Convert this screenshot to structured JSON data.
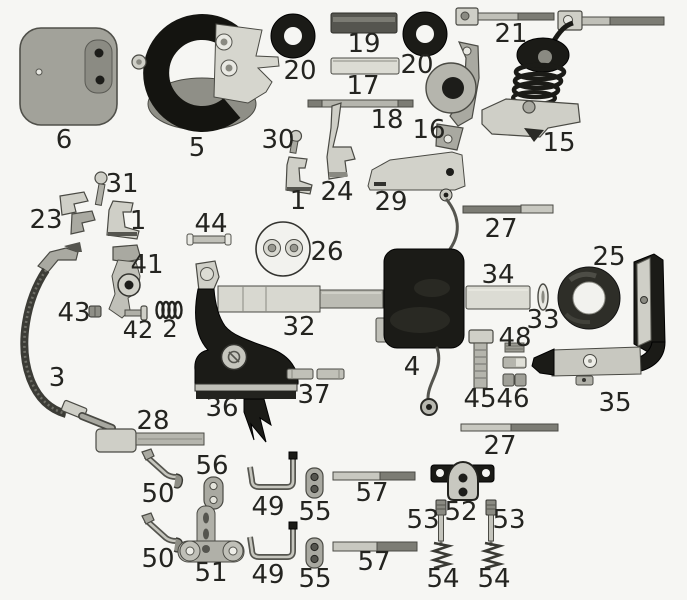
{
  "figure": {
    "kind": "exploded-parts-diagram",
    "style": "vintage grayscale photo plate of switch/coil assembly parts",
    "background_color": "#f6f6f3",
    "ink_color": "#242420",
    "part_black": "#1b1b17",
    "metal_light": "#cfcfc7",
    "metal_mid": "#a9a9a1",
    "labels": [
      {
        "text": "6"
      },
      {
        "text": "5"
      },
      {
        "text": "20"
      },
      {
        "text": "19"
      },
      {
        "text": "20"
      },
      {
        "text": "17"
      },
      {
        "text": "18"
      },
      {
        "text": "21"
      },
      {
        "text": "16"
      },
      {
        "text": "15"
      },
      {
        "text": "30"
      },
      {
        "text": "31"
      },
      {
        "text": "23"
      },
      {
        "text": "1"
      },
      {
        "text": "1"
      },
      {
        "text": "44"
      },
      {
        "text": "24"
      },
      {
        "text": "29"
      },
      {
        "text": "26"
      },
      {
        "text": "27"
      },
      {
        "text": "41"
      },
      {
        "text": "43"
      },
      {
        "text": "42"
      },
      {
        "text": "2"
      },
      {
        "text": "25"
      },
      {
        "text": "34"
      },
      {
        "text": "33"
      },
      {
        "text": "3"
      },
      {
        "text": "32"
      },
      {
        "text": "4"
      },
      {
        "text": "48"
      },
      {
        "text": "36"
      },
      {
        "text": "37"
      },
      {
        "text": "45"
      },
      {
        "text": "46"
      },
      {
        "text": "35"
      },
      {
        "text": "28"
      },
      {
        "text": "27"
      },
      {
        "text": "50"
      },
      {
        "text": "56"
      },
      {
        "text": "49"
      },
      {
        "text": "55"
      },
      {
        "text": "57"
      },
      {
        "text": "53"
      },
      {
        "text": "52"
      },
      {
        "text": "53"
      },
      {
        "text": "50"
      },
      {
        "text": "51"
      },
      {
        "text": "49"
      },
      {
        "text": "55"
      },
      {
        "text": "57"
      },
      {
        "text": "54"
      },
      {
        "text": "54"
      }
    ]
  }
}
